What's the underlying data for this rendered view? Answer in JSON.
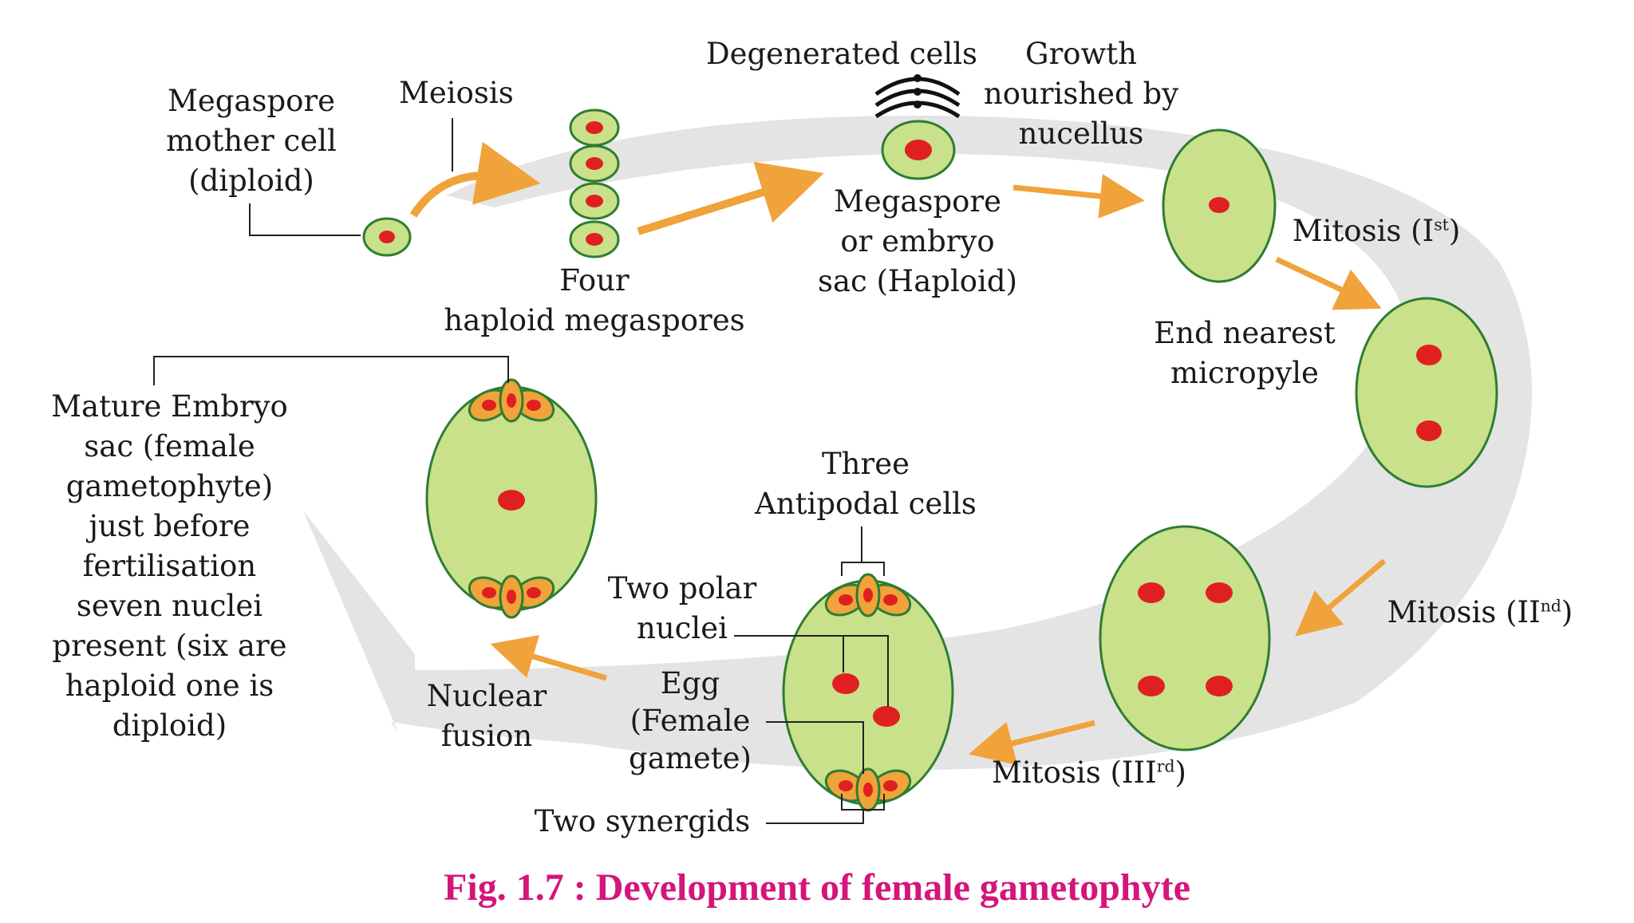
{
  "colors": {
    "cell_fill": "#c9e18a",
    "cell_stroke": "#2e7d32",
    "nucleus": "#e02020",
    "arrow": "#f0a33a",
    "cycle": "#e4e4e4",
    "caption": "#d4157a",
    "text": "#1a1a1a"
  },
  "labels": {
    "megaspore_mother_cell": [
      "Megaspore",
      "mother cell",
      "(diploid)"
    ],
    "meiosis": "Meiosis",
    "four_haploid": [
      "Four",
      "haploid megaspores"
    ],
    "degenerated_cells": "Degenerated cells",
    "growth": [
      "Growth",
      "nourished by",
      "nucellus"
    ],
    "megaspore_embryo_sac": [
      "Megaspore",
      "or embryo",
      "sac (Haploid)"
    ],
    "mitosis_1": {
      "text": "Mitosis (I",
      "sup": "st",
      "close": ")"
    },
    "end_nearest": [
      "End nearest",
      "micropyle"
    ],
    "mitosis_2": {
      "text": "Mitosis (II",
      "sup": "nd",
      "close": ")"
    },
    "mitosis_3": {
      "text": "Mitosis (III",
      "sup": "rd",
      "close": ")"
    },
    "three_antipodal": [
      "Three",
      "Antipodal cells"
    ],
    "two_polar": [
      "Two polar",
      "nuclei"
    ],
    "egg": [
      "Egg",
      "(Female",
      "gamete)"
    ],
    "two_synergids": "Two synergids",
    "nuclear_fusion": [
      "Nuclear",
      "fusion"
    ],
    "mature_embryo_sac": [
      "Mature Embryo",
      "sac (female",
      "gametophyte)",
      "just before",
      "fertilisation",
      "seven nuclei",
      "present (six are",
      "haploid one is",
      "diploid)"
    ]
  },
  "caption": "Fig. 1.7 : Development of female gametophyte"
}
